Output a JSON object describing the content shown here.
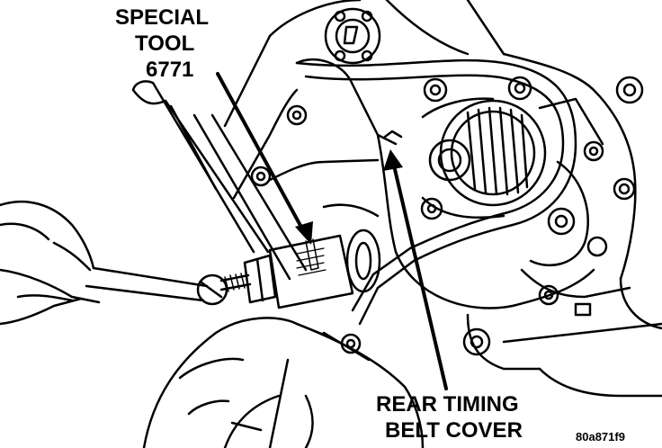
{
  "callouts": {
    "special_tool": {
      "line1": "SPECIAL",
      "line2": "TOOL",
      "line3": "6771"
    },
    "rear_cover": {
      "line1": "REAR TIMING",
      "line2": "BELT COVER"
    }
  },
  "figure_code": "80a871f9",
  "colors": {
    "ink": "#000000",
    "paper": "#ffffff"
  }
}
